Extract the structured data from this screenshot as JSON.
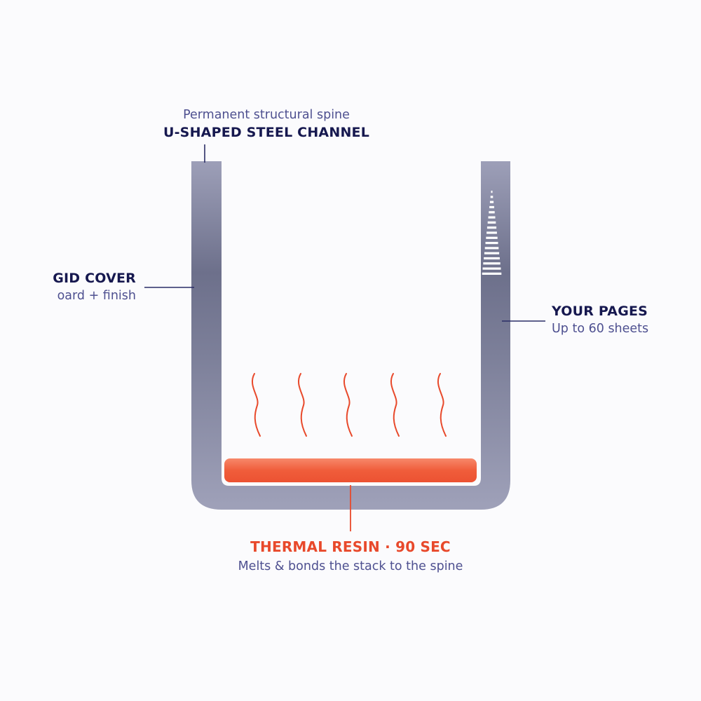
{
  "colors": {
    "steel_light": "#9d9fb8",
    "steel_dark": "#666985",
    "resin": "#ef5a35",
    "resin_light": "#f78a66",
    "heat_wave": "#e8492b",
    "leader_line": "#2a2d66",
    "title_text": "#16184f",
    "sub_text": "#4e5090",
    "resin_title_text": "#e8492b",
    "pages": "#ffffff",
    "background": "#fbfbfd"
  },
  "labels": {
    "channel": {
      "subtitle": "Permanent structural spine",
      "title": "U-SHAPED STEEL CHANNEL"
    },
    "cover": {
      "title": "GID COVER",
      "subtitle": "oard + finish"
    },
    "pages": {
      "title": "YOUR PAGES",
      "subtitle": "Up to 60 sheets"
    },
    "resin": {
      "title": "THERMAL RESIN · 90 SEC",
      "subtitle": "Melts & bonds the stack to the spine"
    }
  },
  "components": [
    {
      "name": "steel-channel-icon",
      "icon": "u-channel"
    },
    {
      "name": "thermal-resin-strip",
      "icon": "resin-bar"
    },
    {
      "name": "page-stack",
      "icon": "stacked-sheets"
    },
    {
      "name": "heat-waves",
      "icon": "wavy-heat-lines"
    }
  ]
}
